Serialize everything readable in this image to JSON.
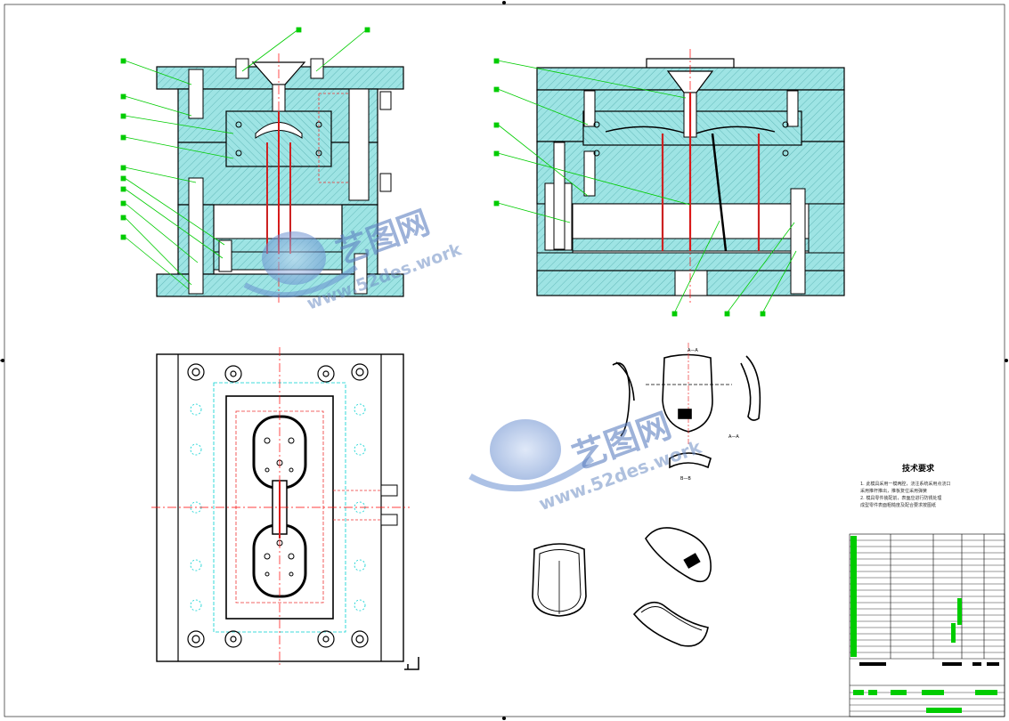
{
  "watermark": {
    "logo_text": "艺图网",
    "url_text": "www.52des.work"
  },
  "views": {
    "front_view": "side section view of mold",
    "side_view": "front section view of mold",
    "top_view": "plan view of moving half",
    "part_view": "product part views"
  },
  "section_labels": [
    "A—A",
    "B—B"
  ],
  "tech_requirements": {
    "title": "技术要求",
    "lines": [
      "1. 此模具采用一模两腔，浇注系统采用点浇口",
      "   采用推杆推出，推板复位采用弹簧",
      "2. 模具零件装配前，表面应进行防锈处理",
      "   成型零件表面粗糙度及配合要求按图纸"
    ]
  },
  "colors": {
    "fill": "#9ee4e4",
    "hatch": "#4aa7a7",
    "outline": "#000000",
    "center_line": "#ff0000",
    "leader": "#00cc00",
    "hidden": "#00e0e0",
    "watermark": "#6d8ec4"
  },
  "icons": [
    "rotated-corner-mark"
  ]
}
